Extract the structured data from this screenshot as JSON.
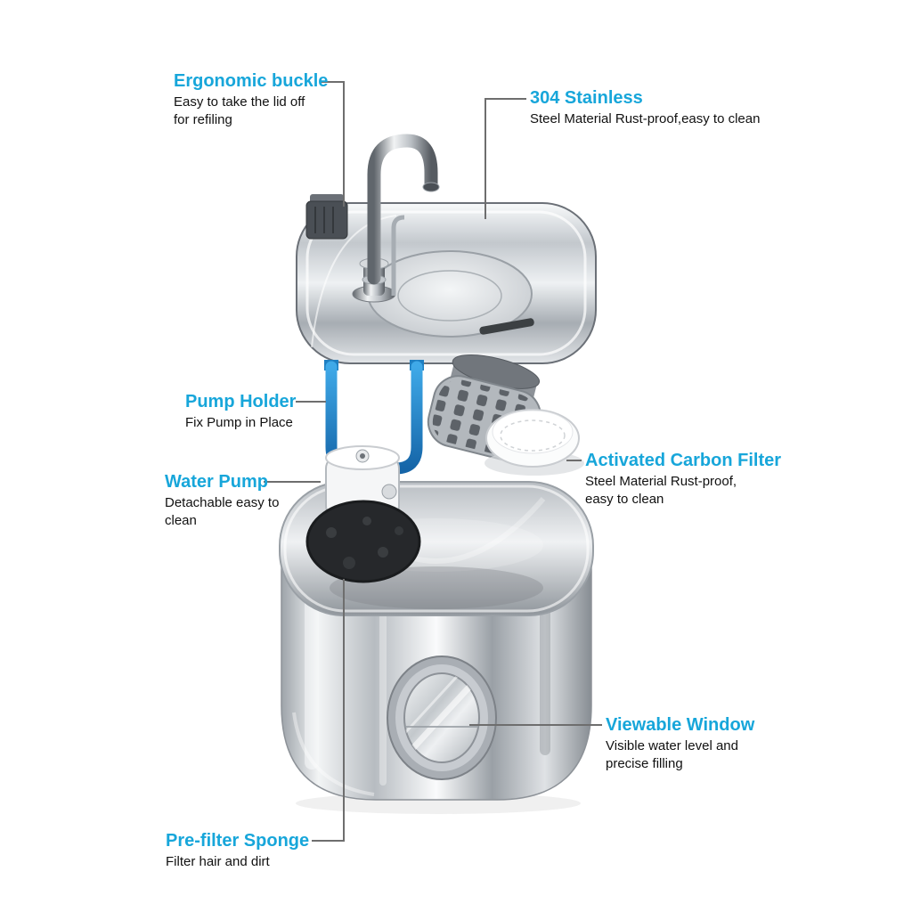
{
  "meta": {
    "background": "#ffffff",
    "accent_color": "#17a6da",
    "text_color": "#111111",
    "pump_holder_color": "#1e7fc2"
  },
  "callouts": {
    "ergonomic_buckle": {
      "title": "Ergonomic buckle",
      "desc": "Easy to take the lid off\nfor refiling"
    },
    "stainless_304": {
      "title": "304 Stainless",
      "desc": "Steel Material Rust-proof,easy to clean"
    },
    "pump_holder": {
      "title": "Pump Holder",
      "desc": "Fix Pump in Place"
    },
    "water_pump": {
      "title": "Water Pump",
      "desc": "Detachable easy to\nclean"
    },
    "carbon_filter": {
      "title": "Activated Carbon Filter",
      "desc": "Steel Material Rust-proof,\neasy to clean"
    },
    "viewable_window": {
      "title": "Viewable Window",
      "desc": "Visible water level and\nprecise filling"
    },
    "prefilter_sponge": {
      "title": "Pre-filter Sponge",
      "desc": "Filter hair and dirt"
    }
  }
}
